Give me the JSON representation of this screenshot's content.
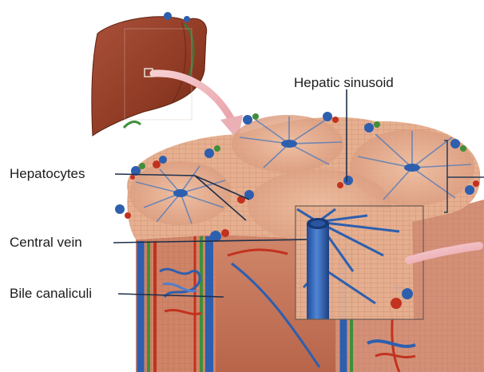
{
  "labels": {
    "hepatic_sinusoid": "Hepatic sinusoid",
    "hepatocytes": "Hepatocytes",
    "central_vein": "Central vein",
    "bile_canaliculi": "Bile canaliculi"
  },
  "colors": {
    "liver": "#8f3a24",
    "tissue": "#e4ae90",
    "vein_blue": "#2e5fae",
    "artery_red": "#c2321f",
    "bile_green": "#3f8f3a",
    "leader_line": "#1e2f4a"
  },
  "icons": {
    "arrows": "pink-curved-arrow"
  }
}
